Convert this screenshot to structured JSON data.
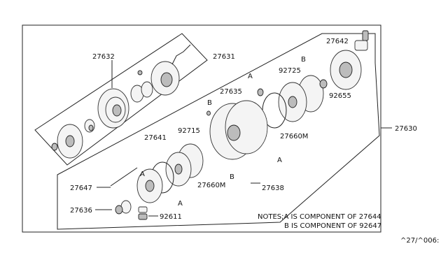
{
  "callouts": {
    "p27632": "27632",
    "p27631": "27631",
    "p27642": "27642",
    "p92725": "92725",
    "p27635": "27635",
    "p92655": "92655",
    "p27630": "27630",
    "p27641": "27641",
    "p92715": "92715",
    "p27660m_top": "27660M",
    "p27660m_bottom": "27660M",
    "p27647": "27647",
    "p27638": "27638",
    "p27636": "27636",
    "p92611": "92611"
  },
  "markers": {
    "a1": "A",
    "a2": "A",
    "a3": "A",
    "a4": "A",
    "b1": "B",
    "b2": "B",
    "b3": "B"
  },
  "notes": {
    "line1": "NOTES;A IS COMPONENT OF 27644",
    "line2": "B IS COMPONENT OF 92647"
  },
  "diagram_code": "^27/^006:"
}
